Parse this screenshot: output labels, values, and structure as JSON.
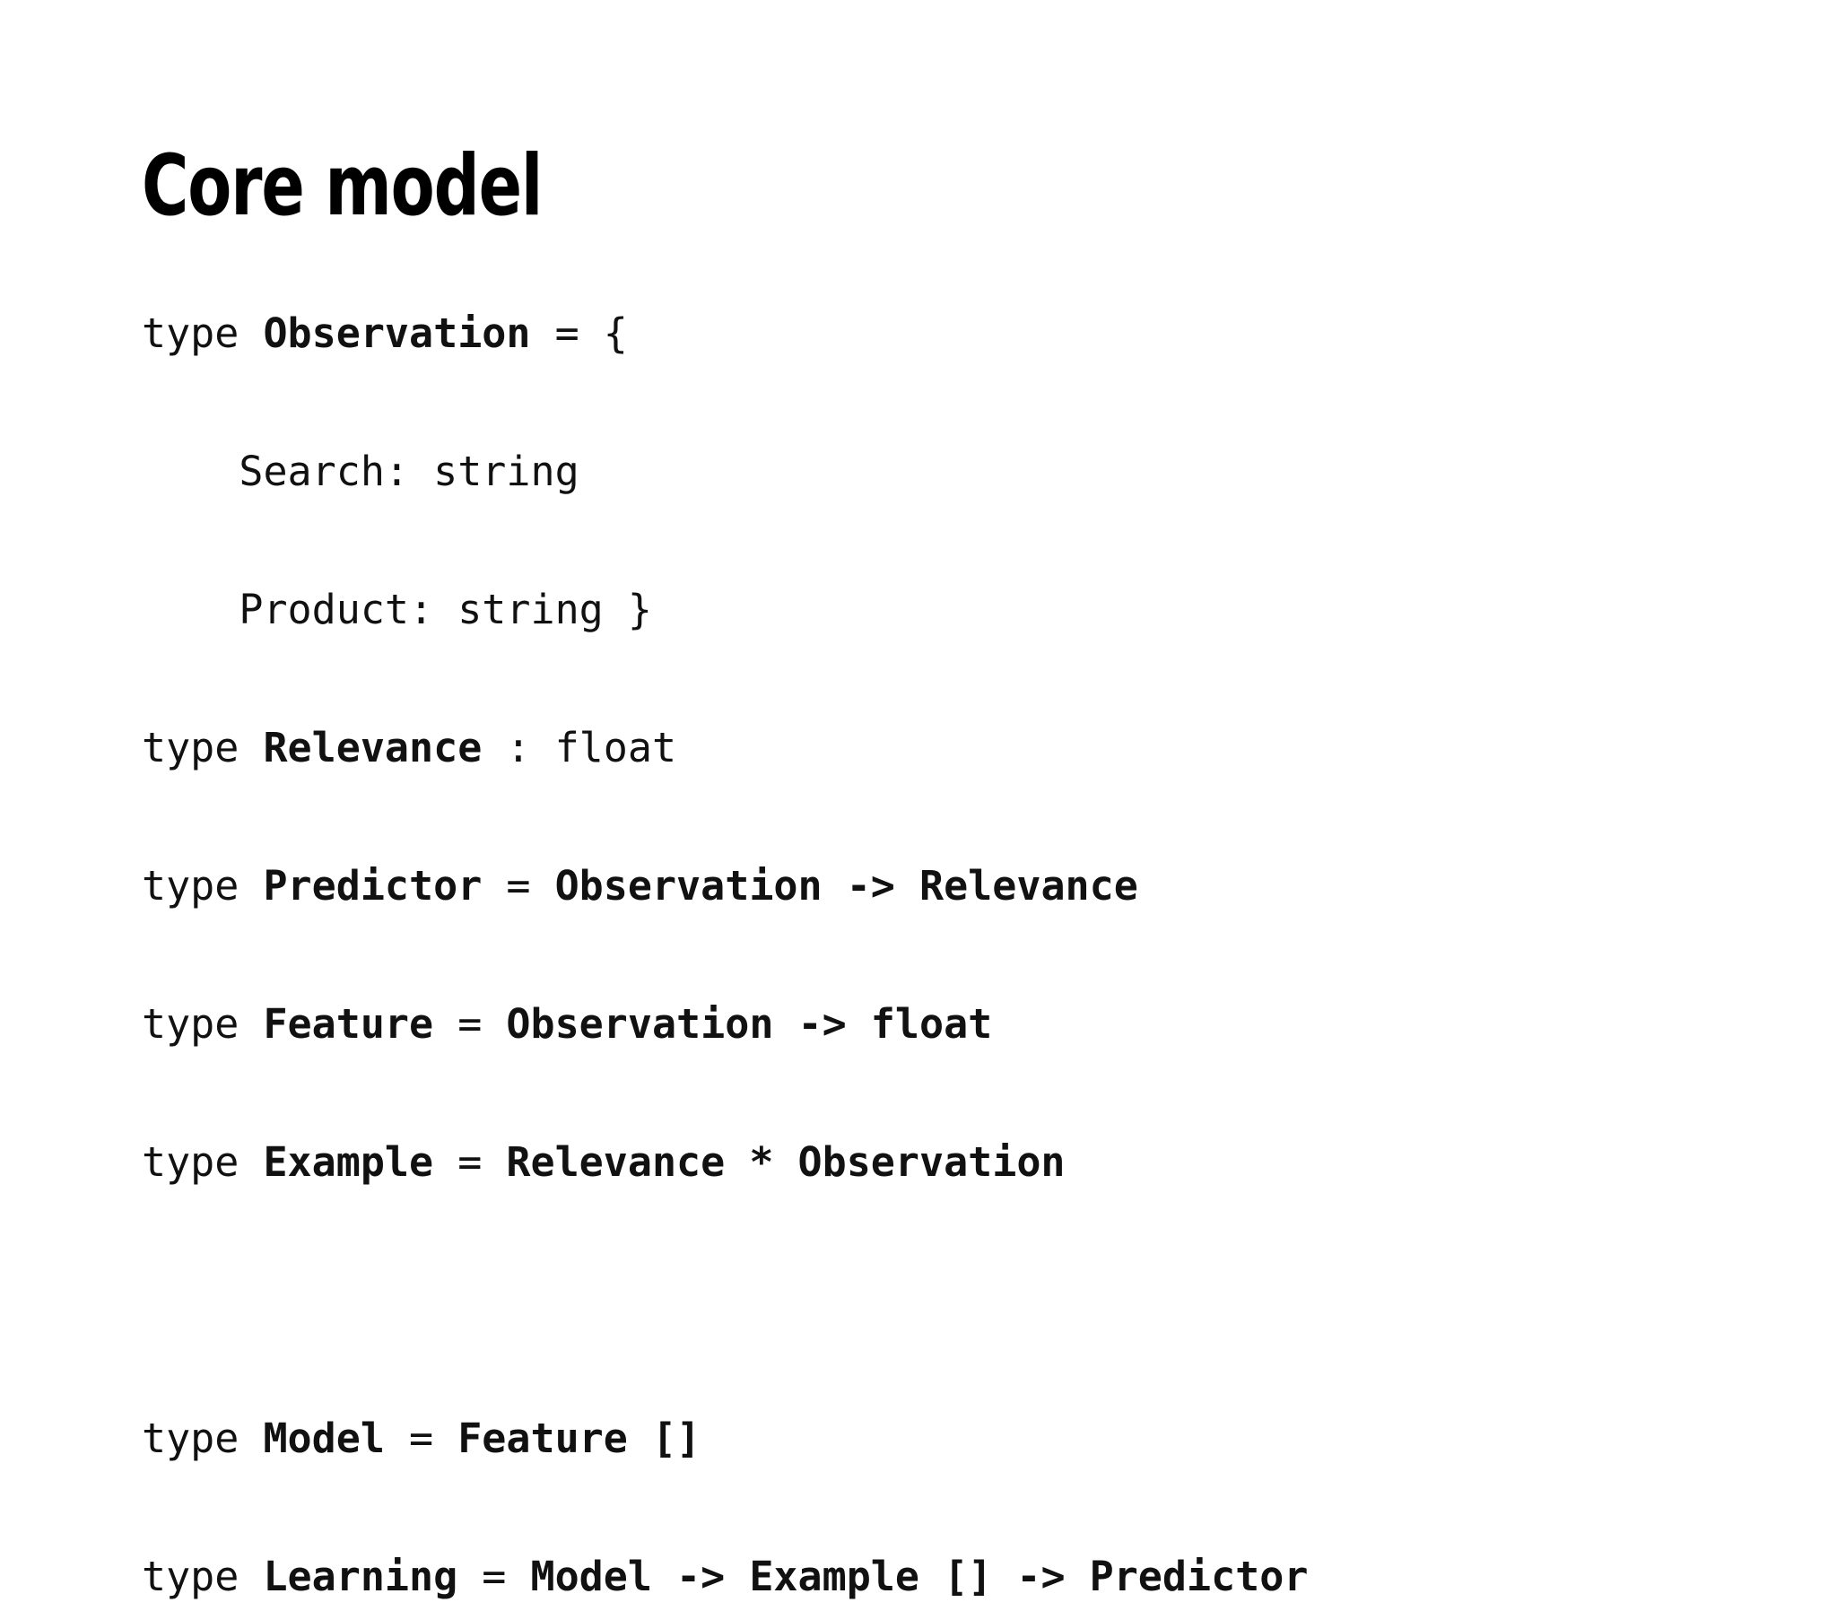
{
  "slide": {
    "title": "Core model",
    "background_color": "#ffffff",
    "text_color": "#000000"
  },
  "code": {
    "language": "fsharp-pseudocode",
    "lines": [
      {
        "id": "line-1",
        "indent": 0,
        "tokens": [
          {
            "text": "type ",
            "weight": "regular"
          },
          {
            "text": "Observation",
            "weight": "bold"
          },
          {
            "text": " = ",
            "weight": "regular"
          },
          {
            "text": "{",
            "weight": "regular"
          }
        ],
        "plain": "type Observation = {"
      },
      {
        "id": "line-2",
        "indent": 4,
        "tokens": [
          {
            "text": "    Search: string",
            "weight": "regular"
          }
        ],
        "plain": "    Search: string"
      },
      {
        "id": "line-3",
        "indent": 4,
        "tokens": [
          {
            "text": "    Product: string }",
            "weight": "regular"
          }
        ],
        "plain": "    Product: string }"
      },
      {
        "id": "line-4",
        "indent": 0,
        "tokens": [
          {
            "text": "type ",
            "weight": "regular"
          },
          {
            "text": "Relevance",
            "weight": "bold"
          },
          {
            "text": " : float",
            "weight": "regular"
          }
        ],
        "plain": "type Relevance : float"
      },
      {
        "id": "line-5",
        "indent": 0,
        "tokens": [
          {
            "text": "type ",
            "weight": "regular"
          },
          {
            "text": "Predictor",
            "weight": "bold"
          },
          {
            "text": " = ",
            "weight": "regular"
          },
          {
            "text": "Observation -> Relevance",
            "weight": "bold"
          }
        ],
        "plain": "type Predictor = Observation -> Relevance"
      },
      {
        "id": "line-6",
        "indent": 0,
        "tokens": [
          {
            "text": "type ",
            "weight": "regular"
          },
          {
            "text": "Feature",
            "weight": "bold"
          },
          {
            "text": " = ",
            "weight": "regular"
          },
          {
            "text": "Observation -> float",
            "weight": "bold"
          }
        ],
        "plain": "type Feature = Observation -> float"
      },
      {
        "id": "line-7",
        "indent": 0,
        "tokens": [
          {
            "text": "type ",
            "weight": "regular"
          },
          {
            "text": "Example",
            "weight": "bold"
          },
          {
            "text": " = ",
            "weight": "regular"
          },
          {
            "text": "Relevance * Observation",
            "weight": "bold"
          }
        ],
        "plain": "type Example = Relevance * Observation"
      },
      {
        "id": "line-8",
        "indent": 0,
        "blank": true,
        "tokens": [],
        "plain": ""
      },
      {
        "id": "line-9",
        "indent": 0,
        "tokens": [
          {
            "text": "type ",
            "weight": "regular"
          },
          {
            "text": "Model",
            "weight": "bold"
          },
          {
            "text": " = ",
            "weight": "regular"
          },
          {
            "text": "Feature []",
            "weight": "bold"
          }
        ],
        "plain": "type Model = Feature []"
      },
      {
        "id": "line-10",
        "indent": 0,
        "tokens": [
          {
            "text": "type ",
            "weight": "regular"
          },
          {
            "text": "Learning",
            "weight": "bold"
          },
          {
            "text": " = ",
            "weight": "regular"
          },
          {
            "text": "Model -> Example [] -> Predictor",
            "weight": "bold"
          }
        ],
        "plain": "type Learning = Model -> Example [] -> Predictor"
      }
    ]
  }
}
